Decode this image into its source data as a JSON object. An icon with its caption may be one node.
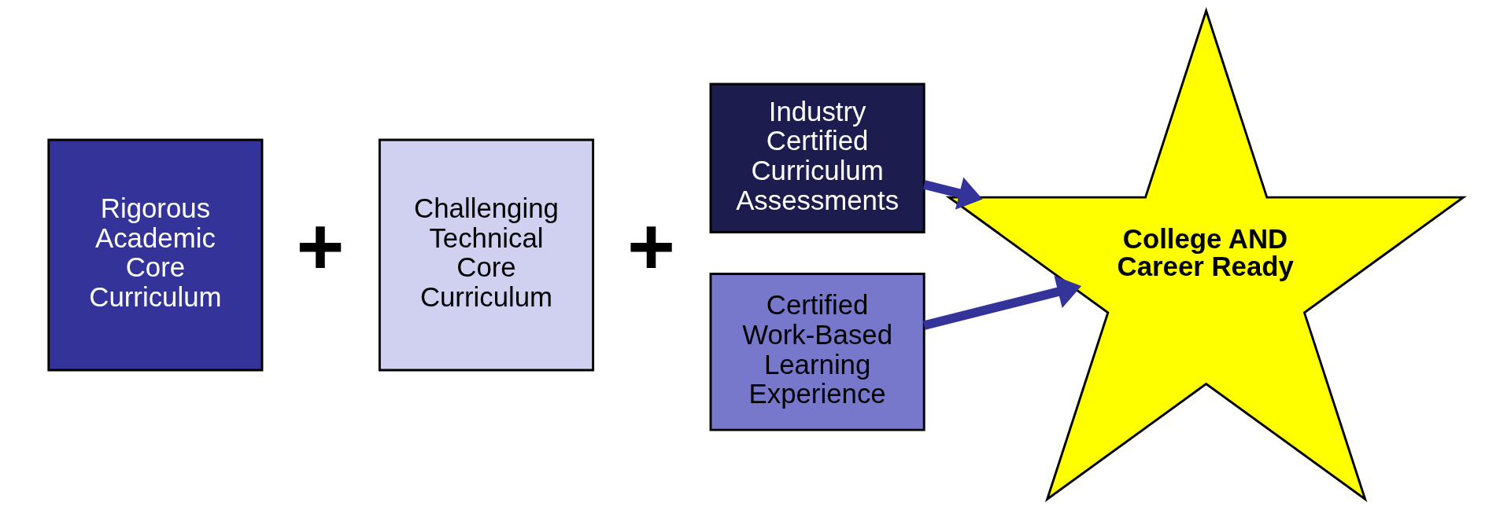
{
  "diagram": {
    "nodes": [
      {
        "text": [
          "Rigorous Academic Core Curriculum"
        ]
      },
      {
        "text": [
          "Challenging Technical Core Curriculum"
        ]
      },
      {
        "text": [
          "Industry Certified Curriculum Assessments"
        ]
      },
      {
        "text": [
          "Certified Work-Based Learning Experience"
        ]
      },
      {
        "text": [
          "College AND Career Ready"
        ]
      }
    ],
    "edges": [
      {
        "from": 2,
        "to": 4,
        "arrow": "to",
        "color": "#333399"
      },
      {
        "from": 3,
        "to": 4,
        "arrow": "to",
        "color": "#333399"
      }
    ],
    "labels": [
      "+",
      "+"
    ]
  }
}
